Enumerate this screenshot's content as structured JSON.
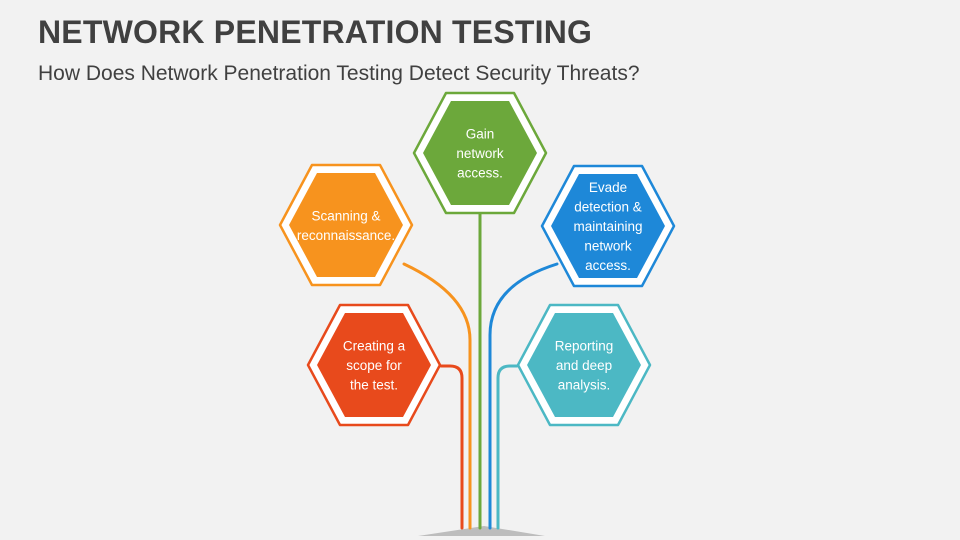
{
  "title": "NETWORK PENETRATION TESTING",
  "subtitle": "How Does Network Penetration Testing Detect Security Threats?",
  "colors": {
    "orange": "#f7931e",
    "green": "#6ca83b",
    "blue": "#1e88d8",
    "red": "#e84a1c",
    "teal": "#4cb8c4"
  },
  "steps": [
    {
      "name": "step-scanning",
      "color": "orange",
      "lines": [
        "Scanning &",
        "reconnaissance."
      ]
    },
    {
      "name": "step-gain-access",
      "color": "green",
      "lines": [
        "Gain",
        "network",
        "access."
      ]
    },
    {
      "name": "step-evade-detection",
      "color": "blue",
      "lines": [
        "Evade",
        "detection &",
        "maintaining",
        "network",
        "access."
      ]
    },
    {
      "name": "step-scope",
      "color": "red",
      "lines": [
        "Creating a",
        "scope for",
        "the test."
      ]
    },
    {
      "name": "step-reporting",
      "color": "teal",
      "lines": [
        "Reporting",
        "and deep",
        "analysis."
      ]
    }
  ]
}
